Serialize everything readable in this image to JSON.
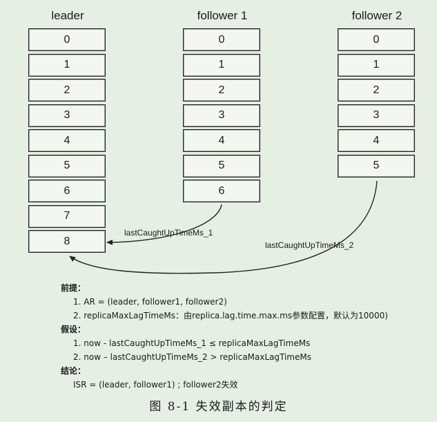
{
  "columns": [
    {
      "title": "leader",
      "cells": [
        "0",
        "1",
        "2",
        "3",
        "4",
        "5",
        "6",
        "7",
        "8"
      ]
    },
    {
      "title": "follower 1",
      "cells": [
        "0",
        "1",
        "2",
        "3",
        "4",
        "5",
        "6"
      ]
    },
    {
      "title": "follower 2",
      "cells": [
        "0",
        "1",
        "2",
        "3",
        "4",
        "5"
      ]
    }
  ],
  "arrows": {
    "label1": "lastCaughtUpTimeMs_1",
    "label2": "lastCaughtUpTimeMs_2"
  },
  "notes": {
    "premise_title": "前提：",
    "premise_1": "1. AR = (leader, follower1, follower2)",
    "premise_2": "2. replicaMaxLagTimeMs：由replica.lag.time.max.ms参数配置，默认为10000)",
    "assume_title": "假设：",
    "assume_1": "1. now - lastCaughtUpTimeMs_1  ≤  replicaMaxLagTimeMs",
    "assume_2": "2. now – lastCaughtUpTimeMs_2  > replicaMaxLagTimeMs",
    "conclusion_title": "结论：",
    "conclusion_1": "ISR = (leader, follower1) ;  follower2失效"
  },
  "caption": "图 8-1   失效副本的判定"
}
